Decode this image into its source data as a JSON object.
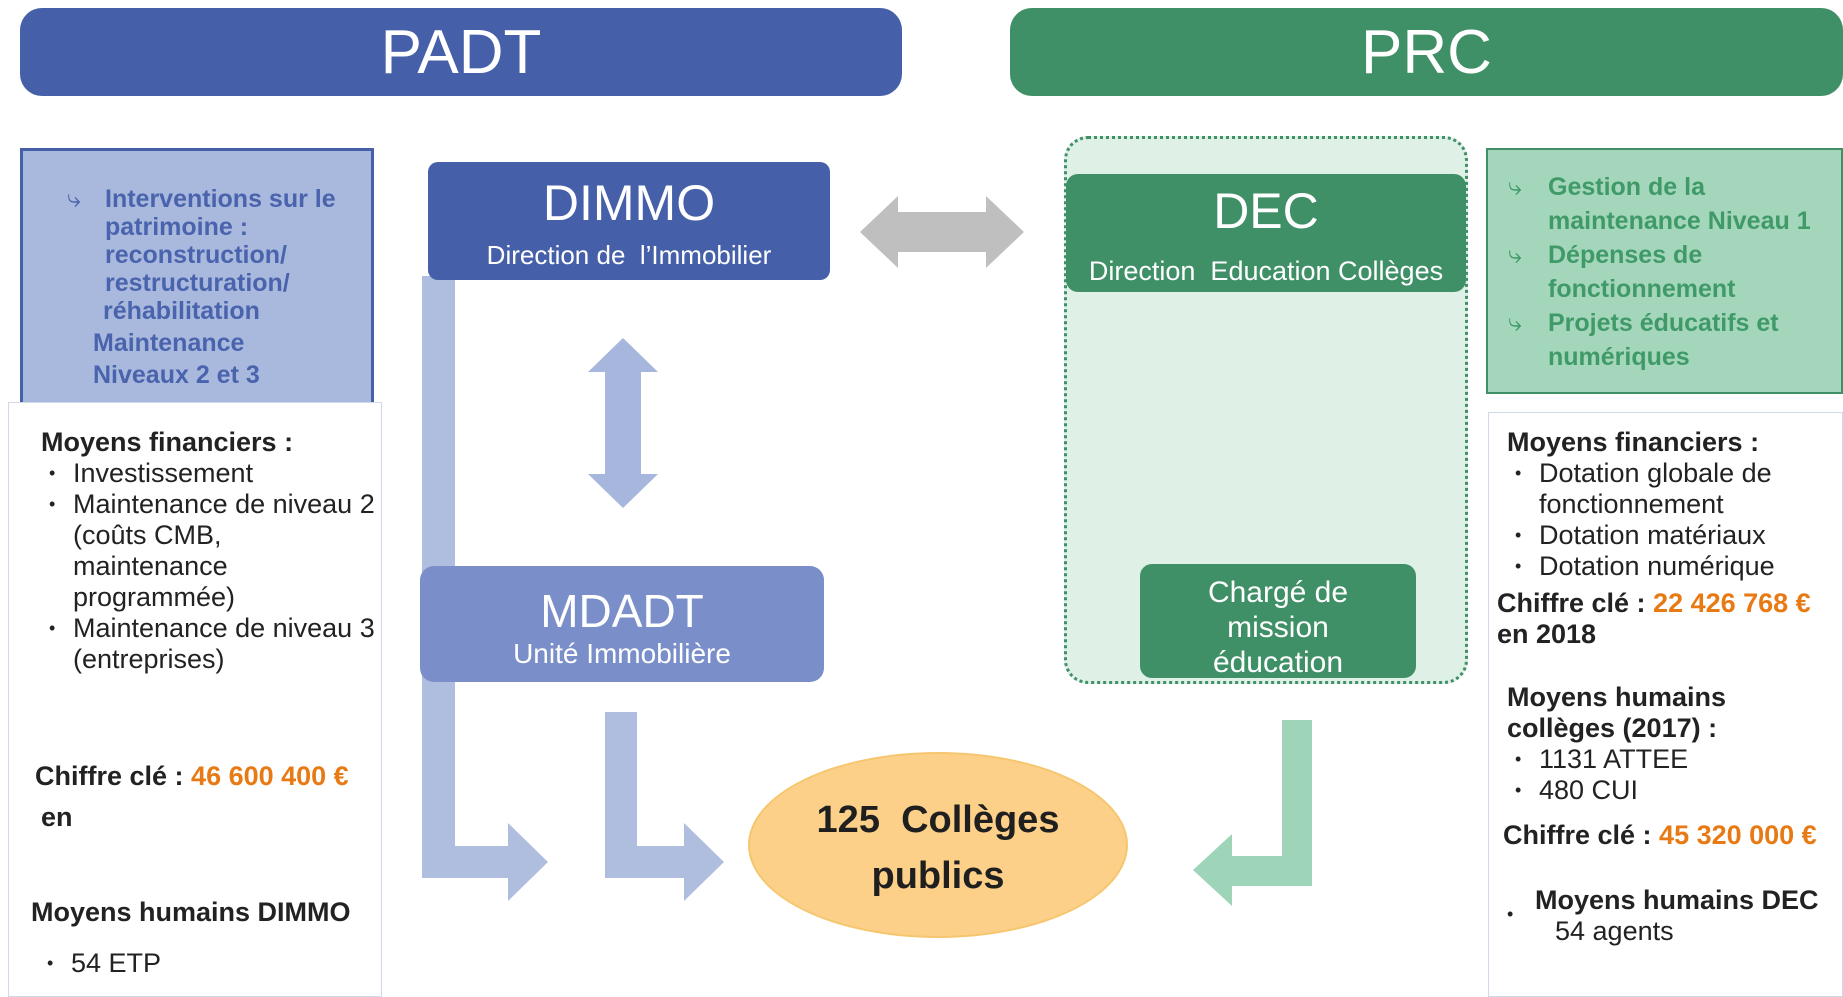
{
  "banners": {
    "left": "PADT",
    "right": "PRC"
  },
  "left_info": {
    "icon": "arrow-hook-icon",
    "lines": [
      "Interventions sur le",
      "patrimoine :",
      "reconstruction/",
      "restructuration/",
      "réhabilitation",
      "Maintenance",
      "Niveaux 2 et 3"
    ]
  },
  "left_panel": {
    "fin_title": "Moyens financiers :",
    "fin_items": [
      "Investissement",
      "Maintenance de niveau 2 (coûts CMB, maintenance programmée)",
      "Maintenance de niveau 3 (entreprises)"
    ],
    "key_label": "Chiffre clé :",
    "key_value": "46 600 400 €",
    "key_suffix": "en",
    "hum_title": "Moyens humains DIMMO",
    "hum_items": [
      "54 ETP"
    ]
  },
  "dimmo": {
    "title": "DIMMO",
    "subtitle": "Direction de  l’Immobilier"
  },
  "mdadt": {
    "title": "MDADT",
    "subtitle": "Unité Immobilière"
  },
  "dec": {
    "title": "DEC",
    "subtitle": "Direction  Education Collèges"
  },
  "charge": {
    "lines": [
      "Chargé de",
      "mission",
      "éducation"
    ]
  },
  "center": {
    "lines": [
      "125  Collèges",
      "publics"
    ]
  },
  "right_info": {
    "icon": "arrow-hook-icon",
    "items": [
      [
        "Gestion de la",
        "maintenance Niveau 1"
      ],
      [
        "Dépenses de",
        "fonctionnement"
      ],
      [
        "Projets éducatifs et",
        "numériques"
      ]
    ]
  },
  "right_panel": {
    "fin_title": "Moyens financiers :",
    "fin_items": [
      "Dotation globale de fonctionnement",
      "Dotation matériaux",
      "Dotation numérique"
    ],
    "key1_label": "Chiffre clé :",
    "key1_value": "22 426 768  €",
    "key1_suffix": "en 2018",
    "hum_title_1": "Moyens humains",
    "hum_title_2": "collèges (2017) :",
    "hum_items": [
      "1131 ATTEE",
      "480 CUI"
    ],
    "key2_label": "Chiffre clé :",
    "key2_value": "45 320 000 €",
    "dec_title": "Moyens humains DEC",
    "dec_value": "54 agents"
  },
  "colors": {
    "blue": "#4560a8",
    "green": "#3f8f67",
    "orange": "#e87a14",
    "center": "#fdd08a"
  }
}
